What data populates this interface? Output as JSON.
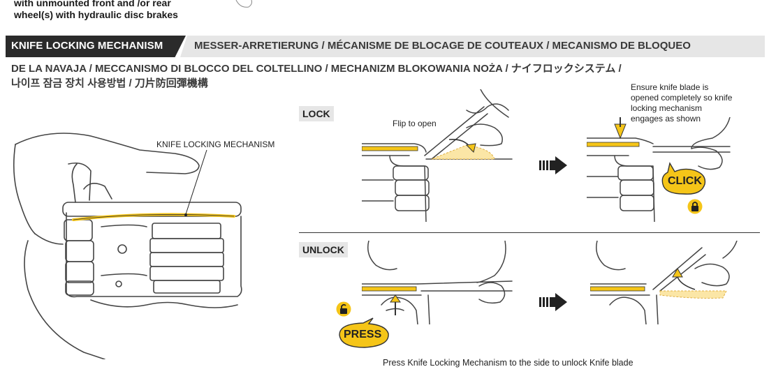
{
  "intro": {
    "line1": "with unmounted front and /or rear",
    "line2": "wheel(s) with hydraulic disc brakes"
  },
  "header": {
    "title": "KNIFE LOCKING MECHANISM",
    "translations_line1": "MESSER-ARRETIERUNG  / MÉCANISME DE BLOCAGE DE COUTEAUX  / MECANISMO DE BLOQUEO",
    "translations_line2": "DE LA NAVAJA /  MECCANISMO DI BLOCCO DEL COLTELLINO  /  MECHANIZM BLOKOWANIA NOŻA / ナイフロックシステム  /",
    "translations_line3": "나이프 잠금 장치 사용방법 / 刀片防回彈機構"
  },
  "overview": {
    "callout": "KNIFE LOCKING MECHANISM"
  },
  "lock": {
    "tag": "LOCK",
    "flip_label": "Flip to open",
    "note_line1": "Ensure knife blade is",
    "note_line2": "opened completely so knife",
    "note_line3": "locking mechanism",
    "note_line4": "engages as shown",
    "click_label": "CLICK"
  },
  "unlock": {
    "tag": "UNLOCK",
    "press_label": "PRESS",
    "caption": "Press Knife Locking Mechanism to the side to unlock Knife blade"
  },
  "colors": {
    "accent_yellow": "#f5c518",
    "header_dark": "#2b2b2b",
    "header_light": "#e6e6e6",
    "line_art": "#444444"
  }
}
